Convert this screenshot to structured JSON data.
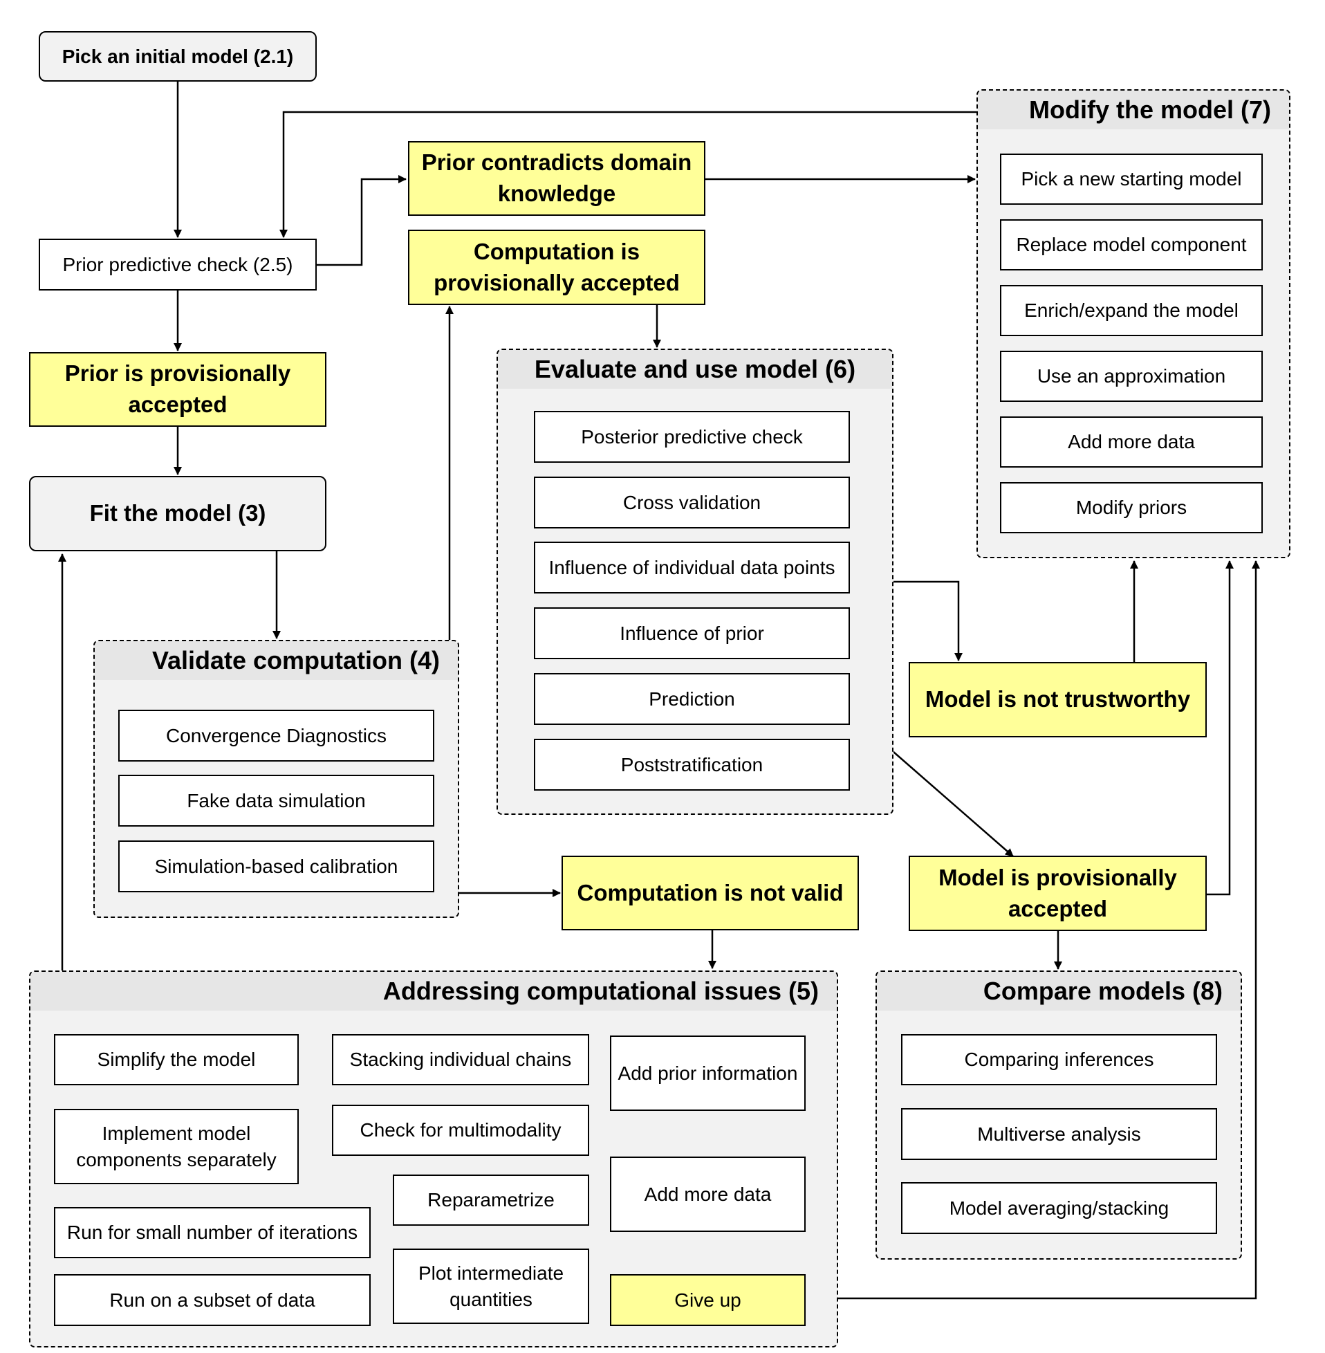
{
  "top": {
    "pick_initial": "Pick an initial model (2.1)",
    "prior_check": "Prior predictive check (2.5)",
    "prior_accepted": "Prior is provisionally accepted",
    "fit_model": "Fit the model (3)"
  },
  "status": {
    "prior_contradicts": "Prior contradicts domain knowledge",
    "computation_accepted": "Computation is provisionally accepted",
    "computation_not_valid": "Computation is not valid",
    "model_not_trustworthy": "Model is not trustworthy",
    "model_accepted": "Model is provisionally accepted"
  },
  "validate": {
    "title": "Validate computation (4)",
    "items": [
      "Convergence Diagnostics",
      "Fake data simulation",
      "Simulation-based calibration"
    ]
  },
  "evaluate": {
    "title": "Evaluate and use model (6)",
    "items": [
      "Posterior predictive check",
      "Cross validation",
      "Influence of individual data points",
      "Influence of prior",
      "Prediction",
      "Poststratification"
    ]
  },
  "modify": {
    "title": "Modify the model (7)",
    "items": [
      "Pick a new starting model",
      "Replace model component",
      "Enrich/expand the model",
      "Use an approximation",
      "Add more data",
      "Modify priors"
    ]
  },
  "addressing": {
    "title": "Addressing computational issues (5)",
    "simplify": "Simplify the model",
    "implement": "Implement model components separately",
    "run_small": "Run for small number of iterations",
    "run_subset": "Run on a subset of data",
    "stacking": "Stacking individual chains",
    "multimodality": "Check for multimodality",
    "reparametrize": "Reparametrize",
    "plot_intermediate": "Plot intermediate quantities",
    "add_prior": "Add prior information",
    "add_data": "Add more data",
    "give_up": "Give up"
  },
  "compare": {
    "title": "Compare models (8)",
    "items": [
      "Comparing inferences",
      "Multiverse analysis",
      "Model averaging/stacking"
    ]
  }
}
